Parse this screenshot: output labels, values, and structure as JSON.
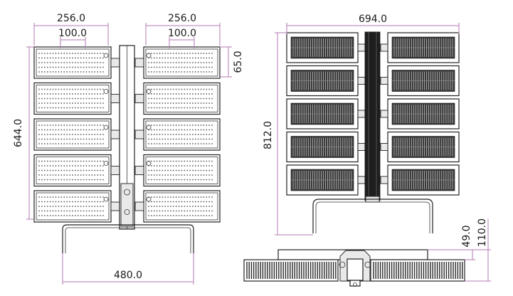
{
  "colors": {
    "dimension_line": "#b37ab3",
    "outline": "#222222",
    "fin": "#2b2b2b",
    "background": "#ffffff"
  },
  "front_view": {
    "module_rows": 5,
    "module_cols": 2,
    "dims": {
      "left_width": "256.0",
      "right_width": "256.0",
      "left_inner": "100.0",
      "right_inner": "100.0",
      "module_height": "65.0",
      "total_height": "644.0",
      "bracket_width": "480.0"
    }
  },
  "rear_view": {
    "module_rows": 5,
    "module_cols": 2,
    "dims": {
      "total_width": "694.0",
      "total_height": "812.0"
    }
  },
  "side_view": {
    "dims": {
      "depth_inner": "49.0",
      "depth_total": "110.0"
    }
  }
}
